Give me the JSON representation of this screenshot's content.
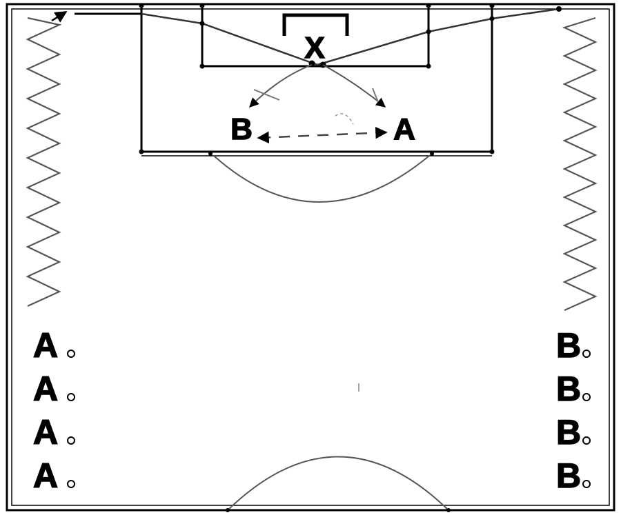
{
  "colors": {
    "lines": "#000000",
    "movement": "#6b6b6b",
    "background": "#ffffff"
  },
  "goalkeeper": {
    "label": "X"
  },
  "players_in_box": {
    "left_label": "B",
    "right_label": "A"
  },
  "queue_left": {
    "label": "A",
    "count": 4
  },
  "queue_right": {
    "label": "B",
    "count": 4
  }
}
